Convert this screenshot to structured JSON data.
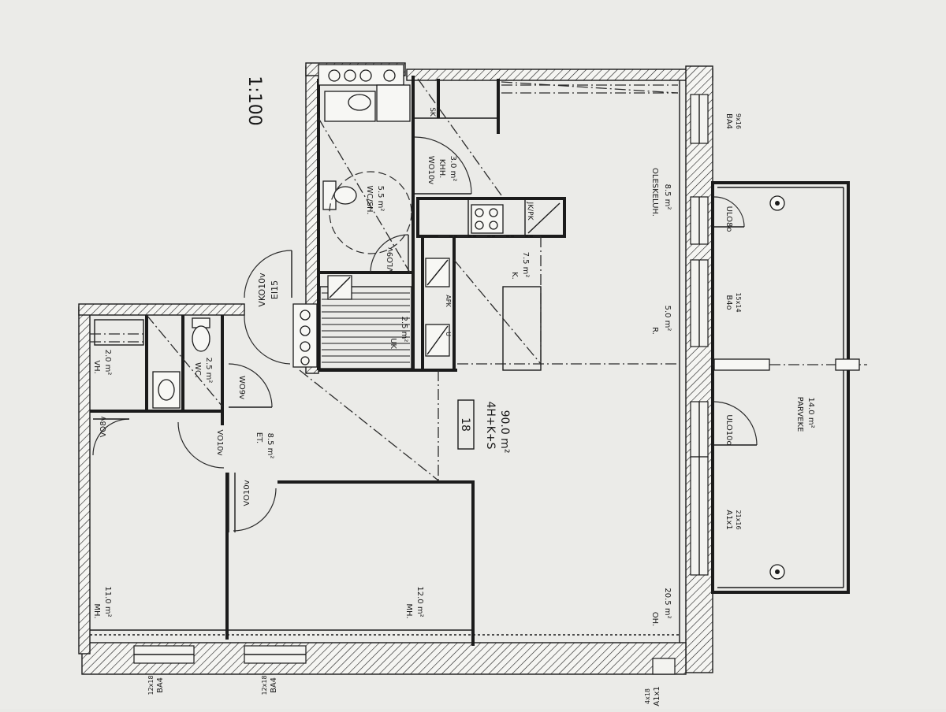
{
  "drawing": {
    "scale": "1:100",
    "apartment": {
      "number": "18",
      "type": "4H+K+S",
      "area": "90.0 m²"
    },
    "rooms": [
      {
        "id": "oh",
        "name": "OH.",
        "area": "20.5 m²"
      },
      {
        "id": "r",
        "name": "R.",
        "area": "5.0 m²"
      },
      {
        "id": "oleskeluh",
        "name": "OLESKELUH.",
        "area": "8.5 m²"
      },
      {
        "id": "k",
        "name": "K.",
        "area": "7.5 m²"
      },
      {
        "id": "mh1",
        "name": "MH.",
        "area": "11.0 m²"
      },
      {
        "id": "mh2",
        "name": "MH.",
        "area": "12.0 m²"
      },
      {
        "id": "vh",
        "name": "VH.",
        "area": "2.0 m²"
      },
      {
        "id": "wc",
        "name": "WC.",
        "area": "2.5 m²"
      },
      {
        "id": "et",
        "name": "ET.",
        "area": "8.5 m²"
      },
      {
        "id": "wcsh",
        "name": "WC/SH.",
        "area": "5.5 m²"
      },
      {
        "id": "khh",
        "name": "KHH.",
        "area": "3.0 m²"
      },
      {
        "id": "uk",
        "name": "UK",
        "area": "2.5 m²"
      },
      {
        "id": "parveke",
        "name": "PARVEKE",
        "area": "14.0 m²"
      }
    ],
    "doors": [
      "VKO10v",
      "EI15",
      "VLO9v",
      "WO10v",
      "WO9v",
      "VO8v",
      "VO10v",
      "VO10v",
      "ULO8o",
      "ULO10o"
    ],
    "windows": [
      {
        "code": "BA4",
        "size": "9x16"
      },
      {
        "code": "B4o",
        "size": "15x14"
      },
      {
        "code": "A1x1",
        "size": "21x16"
      },
      {
        "code": "BA4",
        "size": "12x18"
      },
      {
        "code": "BA4",
        "size": "12x18"
      },
      {
        "code": "A1x1",
        "size": "4x18"
      }
    ],
    "fixtures": {
      "sk": "SK",
      "jkpk": "JK/PK",
      "apk": "APK",
      "u": "U"
    }
  }
}
